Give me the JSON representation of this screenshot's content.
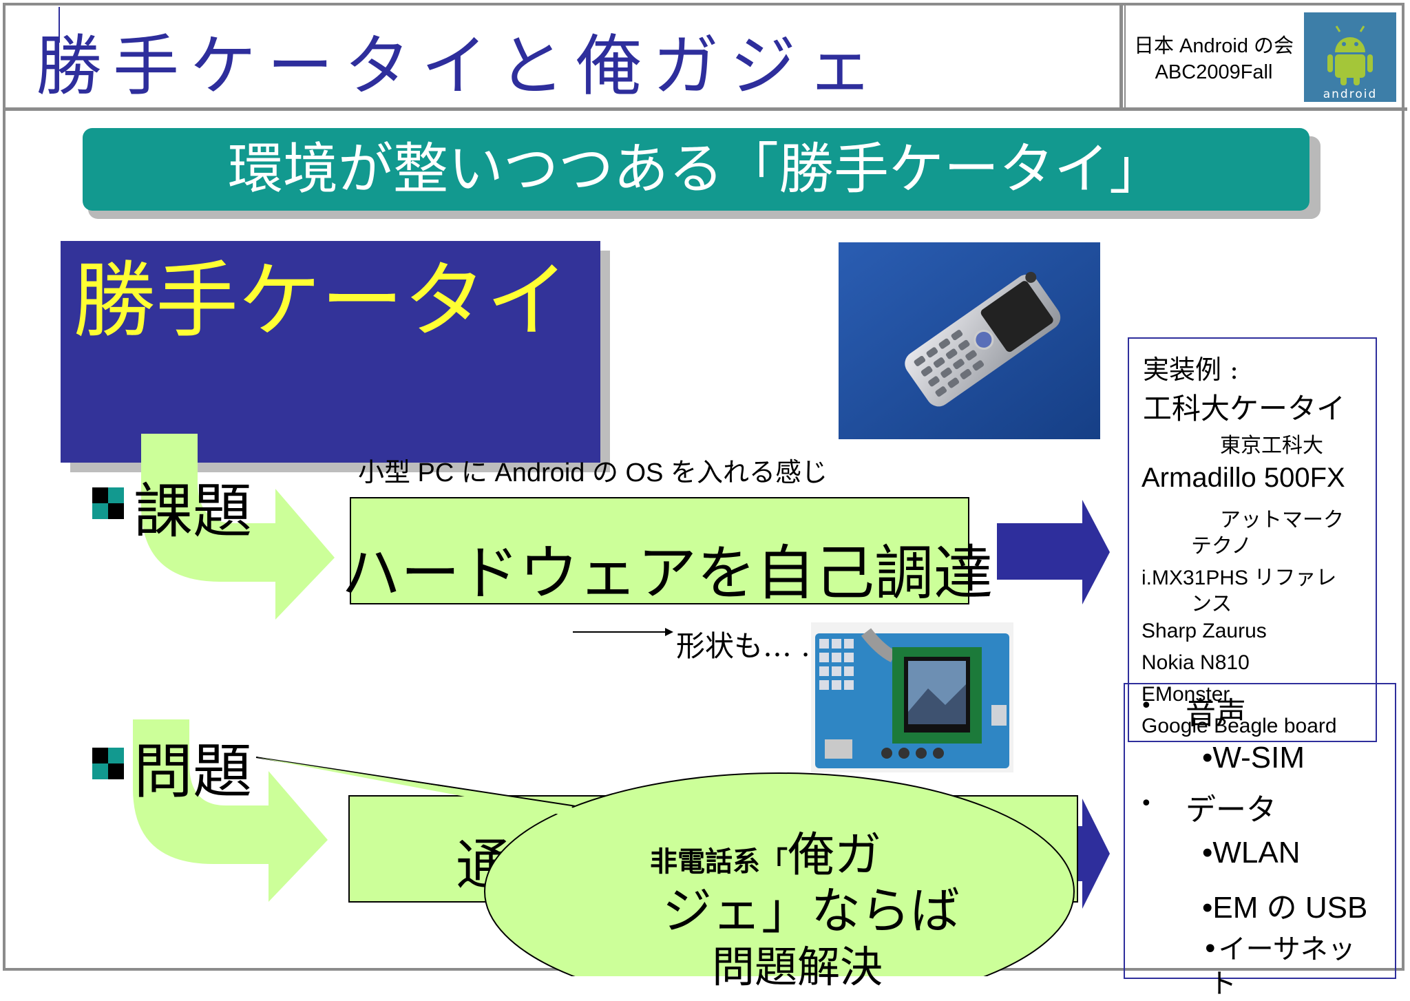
{
  "header": {
    "title": "勝手ケータイと俺ガジェ",
    "meta_line1": "日本 Android の会",
    "meta_line2": "ABC2009Fall",
    "logo_text": "android"
  },
  "banner": {
    "text": "環境が整いつつある「勝手ケータイ」"
  },
  "topic_box": {
    "text": "勝手ケータイ"
  },
  "sections": {
    "kadai": {
      "label": "課題"
    },
    "mondai": {
      "label": "問題"
    }
  },
  "caption": "小型 PC に Android の OS を入れる感じ",
  "hardware_box": {
    "text": "ハードウェアを自己調達"
  },
  "shape_note": "形状も… .",
  "comm_box": {
    "visible_text": "通"
  },
  "callout": {
    "line1_small": "非電話系「",
    "line1_big": "俺ガ",
    "line2": "ジェ」ならば",
    "line3": "問題解決"
  },
  "examples": {
    "heading": "実装例 :",
    "items": [
      {
        "text": "工科大ケータイ",
        "style": "serif-large"
      },
      {
        "text": "東京工科大",
        "style": "serif-indent"
      },
      {
        "text": "Armadillo 500FX",
        "style": "sans-large"
      },
      {
        "text": "アットマーク",
        "style": "serif-indent"
      },
      {
        "text": "テクノ",
        "style": "serif-indent2"
      },
      {
        "text": "i.MX31PHS リファレ",
        "style": "mixed"
      },
      {
        "text": "ンス",
        "style": "serif-indent2"
      },
      {
        "text": "Sharp Zaurus",
        "style": "sans"
      },
      {
        "text": "Nokia N810",
        "style": "sans"
      },
      {
        "text": "EMonster",
        "style": "sans"
      },
      {
        "text": "Google Beagle board",
        "style": "sans"
      }
    ]
  },
  "comm_list": {
    "items": [
      {
        "text": "音声",
        "level": 1
      },
      {
        "text": "•W-SIM",
        "level": 2
      },
      {
        "text": "データ",
        "level": 1
      },
      {
        "text": "•WLAN",
        "level": 2
      },
      {
        "text": "•EM の USB",
        "level": 2
      },
      {
        "text": "•イーサネッ",
        "level": 2
      },
      {
        "text": "ト",
        "level": 2
      }
    ]
  },
  "colors": {
    "title_blue": "#2e2e9c",
    "banner_teal": "#12998f",
    "topic_bg": "#333399",
    "topic_text": "#ffff33",
    "green": "#ccff99",
    "arrow_blue": "#2e2e9c"
  }
}
